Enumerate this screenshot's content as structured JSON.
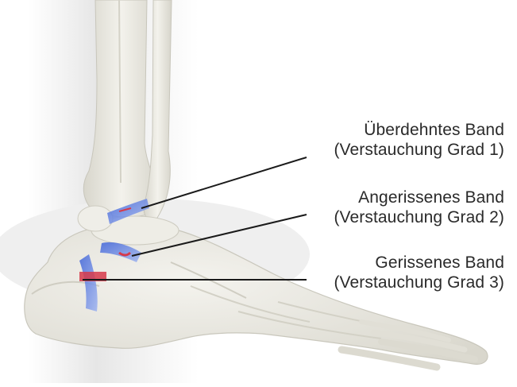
{
  "labels": [
    {
      "line1": "Überdehntes Band",
      "line2": "(Verstauchung Grad 1)"
    },
    {
      "line1": "Angerissenes Band",
      "line2": "(Verstauchung Grad 2)"
    },
    {
      "line1": "Gerissenes Band",
      "line2": "(Verstauchung Grad 3)"
    }
  ],
  "colors": {
    "bone": "#ecebe3",
    "bone_shade": "#cfcdc2",
    "ligament": "#5b7ee0",
    "tear": "#d63a4a",
    "leader_line": "#1a1a1a",
    "text": "#2a2a2a"
  }
}
